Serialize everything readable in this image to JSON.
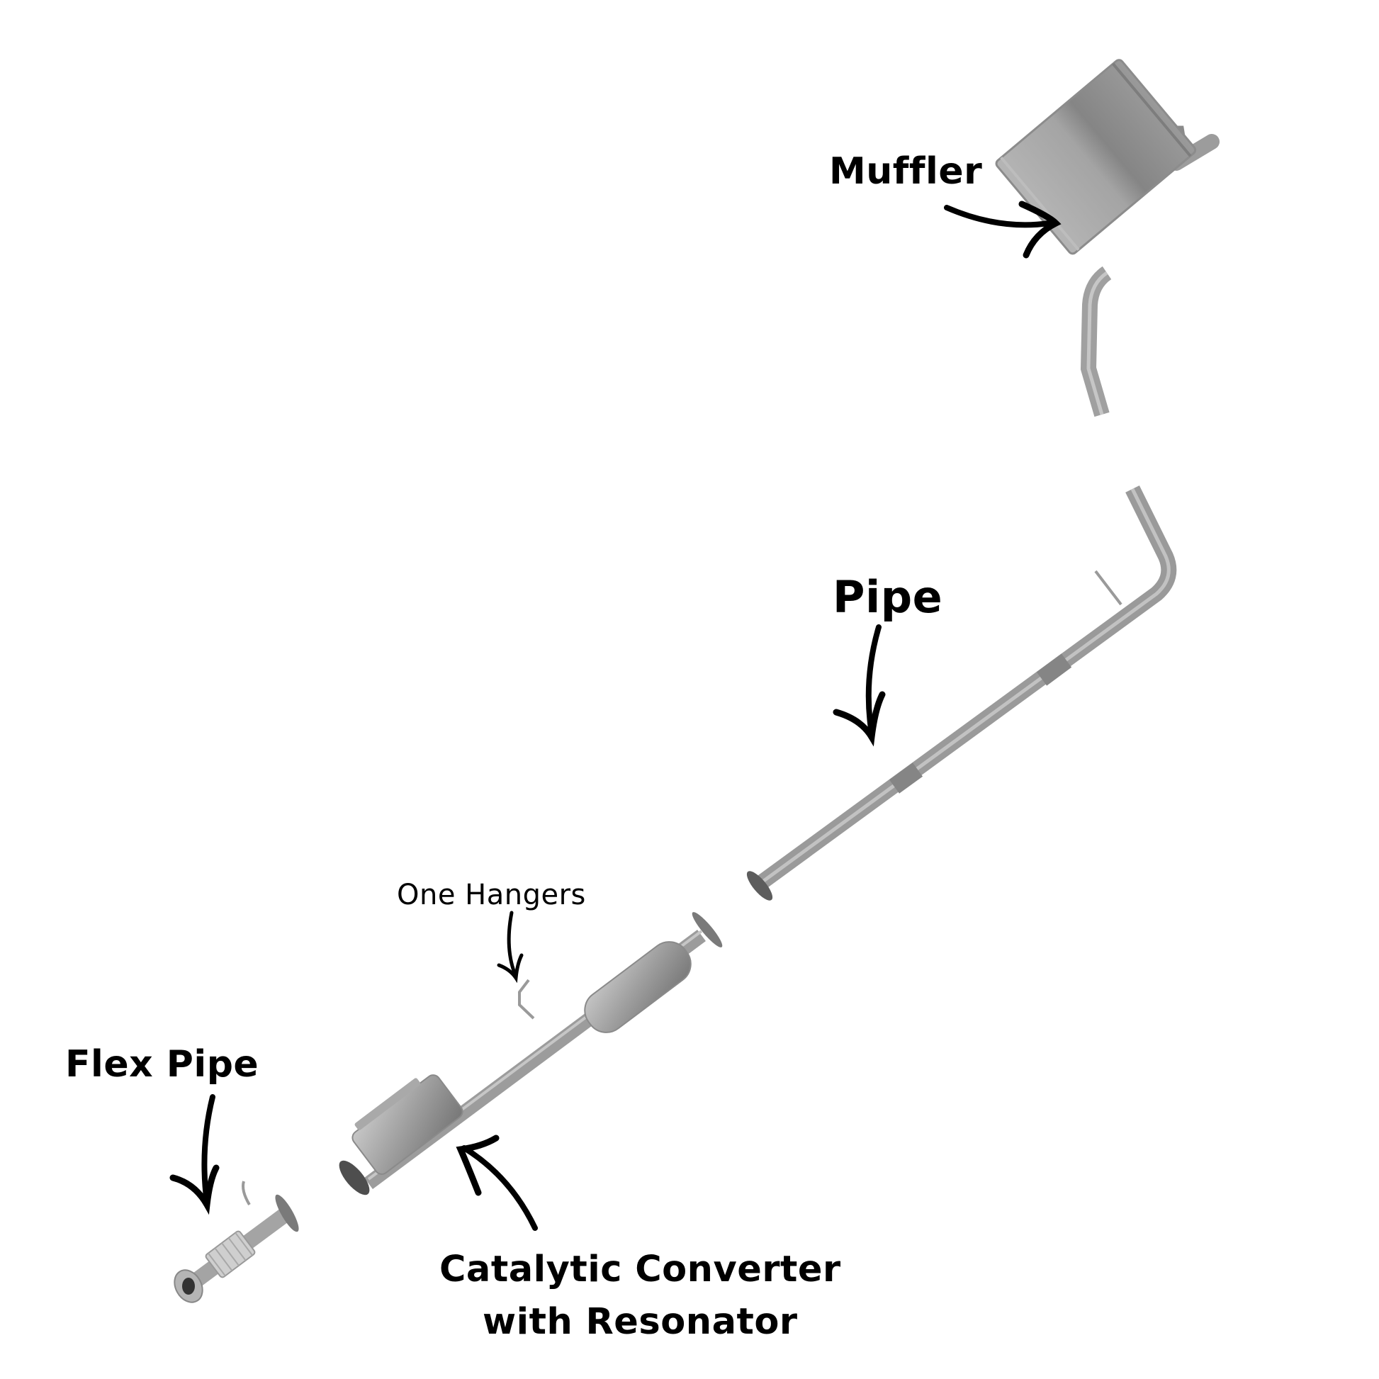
{
  "diagram": {
    "type": "exploded-view",
    "subject": "exhaust system",
    "colors": {
      "background": "#ffffff",
      "part_metal": "#9a9a9a",
      "part_highlight": "#c4c4c4",
      "part_shadow": "#6e6e6e",
      "arrow": "#000000",
      "label_text": "#000000"
    },
    "parts": [
      {
        "id": "muffler",
        "label": "Muffler",
        "arrow_icon": "curved-arrow-right-icon"
      },
      {
        "id": "pipe",
        "label": "Pipe",
        "arrow_icon": "curved-arrow-down-icon"
      },
      {
        "id": "hangers",
        "label": "One Hangers",
        "arrow_icon": "curved-arrow-down-icon"
      },
      {
        "id": "flex-pipe",
        "label": "Flex Pipe",
        "arrow_icon": "curved-arrow-down-icon"
      },
      {
        "id": "catalytic-converter",
        "label_line1": "Catalytic Converter",
        "label_line2": "with Resonator",
        "arrow_icon": "curved-arrow-up-icon"
      }
    ]
  }
}
